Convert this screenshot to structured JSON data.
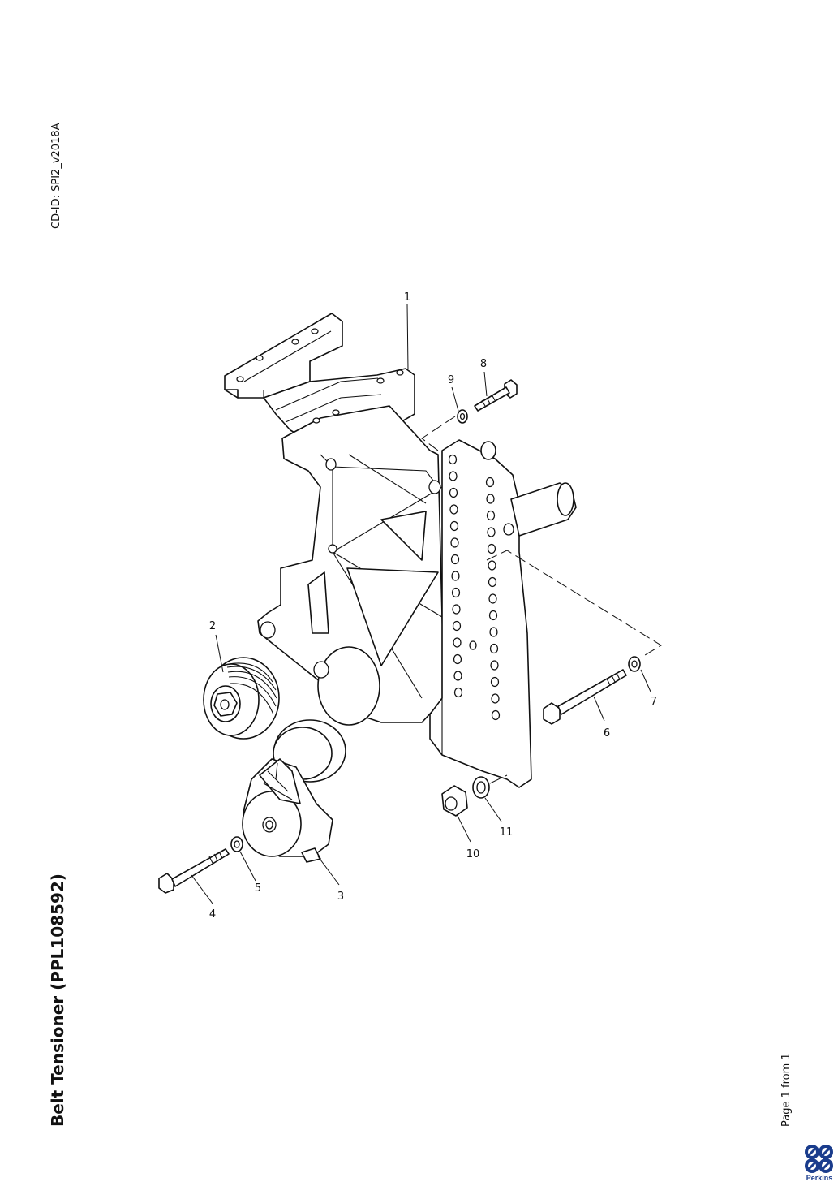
{
  "header": {
    "cd_id": "CD-ID: SPI2_v2018A"
  },
  "title": "Belt Tensioner (PPL108592)",
  "footer": {
    "page_label": "Page 1 from 1"
  },
  "logo": {
    "name": "Perkins-logo",
    "text": "Perkins",
    "color": "#1a3c8c"
  },
  "callouts": [
    "1",
    "2",
    "3",
    "4",
    "5",
    "6",
    "7",
    "8",
    "9",
    "10",
    "11"
  ]
}
